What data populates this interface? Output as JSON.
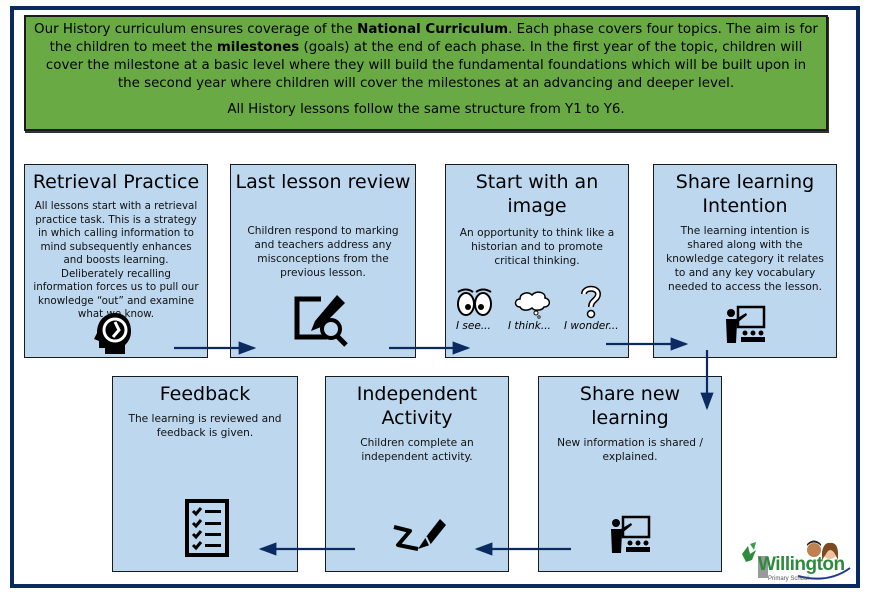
{
  "intro": {
    "p1_part1": "Our History curriculum ensures coverage of the ",
    "p1_bold1": "National Curriculum",
    "p1_part2": ". Each phase covers four topics. The aim is for the children to meet the ",
    "p1_bold2": "milestones",
    "p1_part3": " (goals) at the end of each phase. In the first year of the topic, children will cover the milestone at a basic level where they will build the fundamental foundations which will be built upon in the second year where children will cover the milestones at an advancing and deeper level.",
    "p2": "All History lessons follow the same structure from Y1 to Y6."
  },
  "steps": [
    {
      "title": "Retrieval Practice",
      "desc": "All lessons start with a retrieval practice task. This is a strategy in which calling information to mind subsequently enhances and boosts learning. Deliberately recalling information forces us to pull our knowledge “out” and examine what we know.",
      "icon": "head-retrieval-icon"
    },
    {
      "title": "Last lesson review",
      "desc": "Children respond to marking and teachers address any misconceptions from the previous lesson.",
      "icon": "edit-search-icon"
    },
    {
      "title": "Start with an image",
      "desc": "An opportunity to think like a historian and to promote critical thinking.",
      "icon": "eyes-thought-question-icons",
      "captions": [
        "I see...",
        "I think...",
        "I wonder..."
      ]
    },
    {
      "title": "Share learning Intention",
      "desc": "The learning intention is shared along with the knowledge category it relates to and any key vocabulary needed to access the lesson.",
      "icon": "teacher-board-icon"
    },
    {
      "title": "Share new learning",
      "desc": "New information is shared / explained.",
      "icon": "teacher-board-icon"
    },
    {
      "title": "Independent Activity",
      "desc": "Children complete an independent activity.",
      "icon": "pen-writing-icon"
    },
    {
      "title": "Feedback",
      "desc": "The learning is reviewed and feedback is given.",
      "icon": "checklist-icon"
    }
  ],
  "logo": {
    "name": "Willington",
    "subtitle": "Primary School"
  },
  "colors": {
    "frame": "#0b2a5f",
    "intro_bg": "#6aaa44",
    "card_bg": "#bdd7ee",
    "arrow": "#0b2a5f"
  }
}
